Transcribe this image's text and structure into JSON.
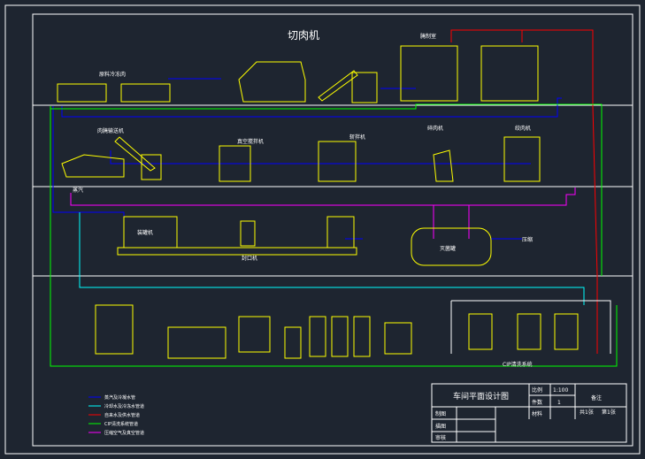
{
  "drawing": {
    "title": "切肉机",
    "labels": {
      "raw_material": "原料冷冻肉",
      "brine_room": "腌制室",
      "meat_injector": "肉腌输送机",
      "vacuum_mixer": "真空搅拌机",
      "mixer": "斩拌机",
      "grinder": "绞肉机",
      "mincer": "碎肉机",
      "steam": "蒸汽",
      "filler": "装罐机",
      "sealer": "封口机",
      "tank": "灭菌罐",
      "cip": "CIP清洗系统",
      "air": "压缩"
    },
    "legend": [
      {
        "label": "蒸汽及冷凝水管",
        "color": "#0000ff"
      },
      {
        "label": "冷却水及冷冻水管道",
        "color": "#00ffff"
      },
      {
        "label": "自来水及供水管道",
        "color": "#ff0000"
      },
      {
        "label": "CIP清洗系统管道",
        "color": "#00ff00"
      },
      {
        "label": "压缩空气及真空管道",
        "color": "#ff00ff"
      }
    ],
    "title_block": {
      "name": "车间平面设计图",
      "scale_label": "比例",
      "scale_value": "1:100",
      "count_label": "件数",
      "count_value": "1",
      "material": "材料",
      "remark": "备注",
      "sheet": "共1张",
      "sheet_no": "第1张",
      "drawn": "制图",
      "designed": "描图",
      "checked": "审核"
    }
  }
}
